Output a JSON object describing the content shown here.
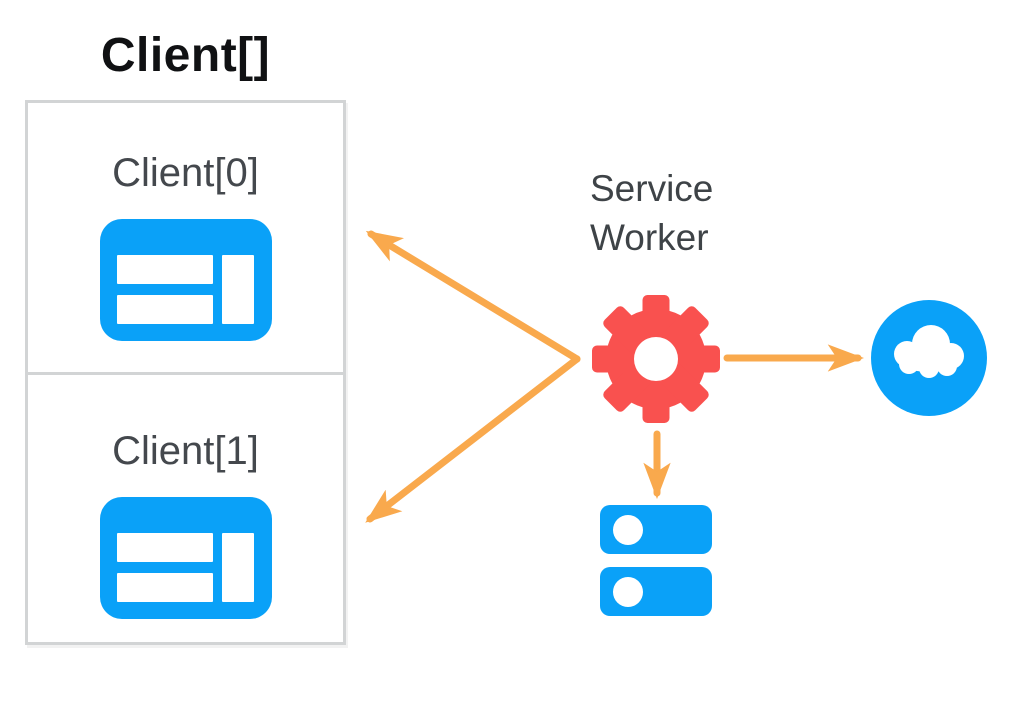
{
  "diagram": {
    "title": "Client[]",
    "clients": [
      {
        "label": "Client[0]",
        "icon": "browser-window-icon"
      },
      {
        "label": "Client[1]",
        "icon": "browser-window-icon"
      }
    ],
    "service_worker": {
      "label": "Service\nWorker",
      "icon": "gear-icon"
    },
    "network": {
      "icon": "cloud-icon"
    },
    "storage": {
      "icon": "server-stack-icon"
    },
    "connections": [
      {
        "from": "service-worker",
        "to": "client-0",
        "style": "orange-arrow"
      },
      {
        "from": "service-worker",
        "to": "client-1",
        "style": "orange-arrow"
      },
      {
        "from": "service-worker",
        "to": "network-cloud",
        "style": "orange-arrow"
      },
      {
        "from": "service-worker",
        "to": "storage",
        "style": "orange-arrow"
      }
    ],
    "colors": {
      "blue": "#0AA1F8",
      "red": "#F9514F",
      "orange": "#F9A94D",
      "box_border": "#D2D4D5",
      "title_text": "#101113",
      "label_text": "#44484D"
    }
  }
}
